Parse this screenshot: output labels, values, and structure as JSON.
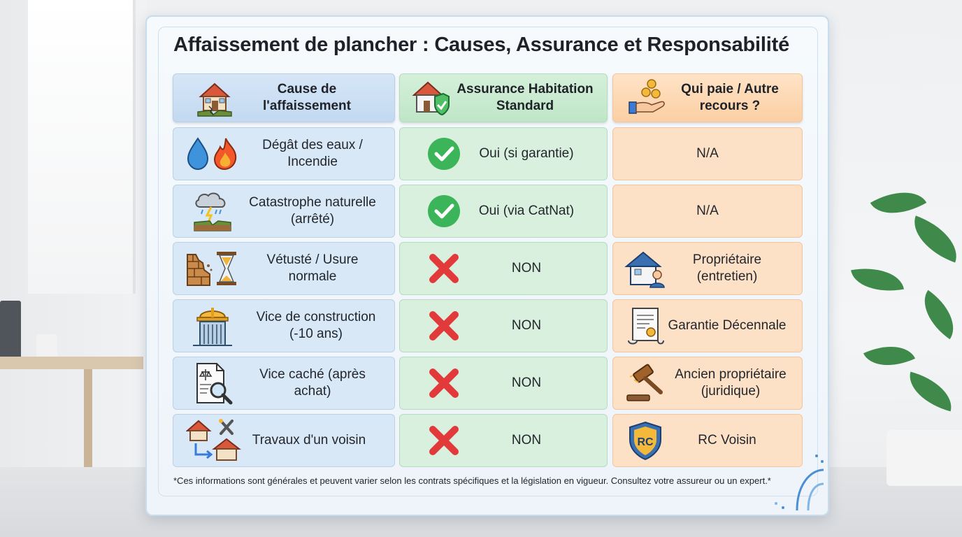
{
  "title": "Affaissement de plancher : Causes, Assurance et Responsabilité",
  "headers": {
    "cause": "Cause de l'affaissement",
    "assurance": "Assurance Habitation Standard",
    "recours": "Qui paie / Autre recours ?"
  },
  "rows": [
    {
      "cause": "Dégât des eaux / Incendie",
      "cause_icon": "water-fire-icon",
      "assurance": "Oui (si garantie)",
      "assurance_status": "yes",
      "recours": "N/A",
      "recours_icon": ""
    },
    {
      "cause": "Catastrophe naturelle (arrêté)",
      "cause_icon": "storm-earthquake-icon",
      "assurance": "Oui (via CatNat)",
      "assurance_status": "yes",
      "recours": "N/A",
      "recours_icon": ""
    },
    {
      "cause": "Vétusté / Usure normale",
      "cause_icon": "wall-hourglass-icon",
      "assurance": "NON",
      "assurance_status": "no",
      "recours": "Propriétaire (entretien)",
      "recours_icon": "house-owner-icon"
    },
    {
      "cause": "Vice de construction (-10 ans)",
      "cause_icon": "construction-building-icon",
      "assurance": "NON",
      "assurance_status": "no",
      "recours": "Garantie Décennale",
      "recours_icon": "certificate-scroll-icon"
    },
    {
      "cause": "Vice caché (après achat)",
      "cause_icon": "document-magnifier-icon",
      "assurance": "NON",
      "assurance_status": "no",
      "recours": "Ancien propriétaire (juridique)",
      "recours_icon": "gavel-icon"
    },
    {
      "cause": "Travaux d'un voisin",
      "cause_icon": "houses-tools-icon",
      "assurance": "NON",
      "assurance_status": "no",
      "recours": "RC Voisin",
      "recours_icon": "rc-shield-icon"
    }
  ],
  "rc_badge": "RC",
  "footnote": "*Ces informations sont générales et peuvent varier selon les contrats spécifiques et la législation en vigueur. Consultez votre assureur ou un expert.*",
  "colors": {
    "cause_bg": "#d9e8f6",
    "assurance_bg": "#d9f0de",
    "recours_bg": "#fde1c6",
    "yes": "#3cb55a",
    "no": "#e23a3a"
  }
}
